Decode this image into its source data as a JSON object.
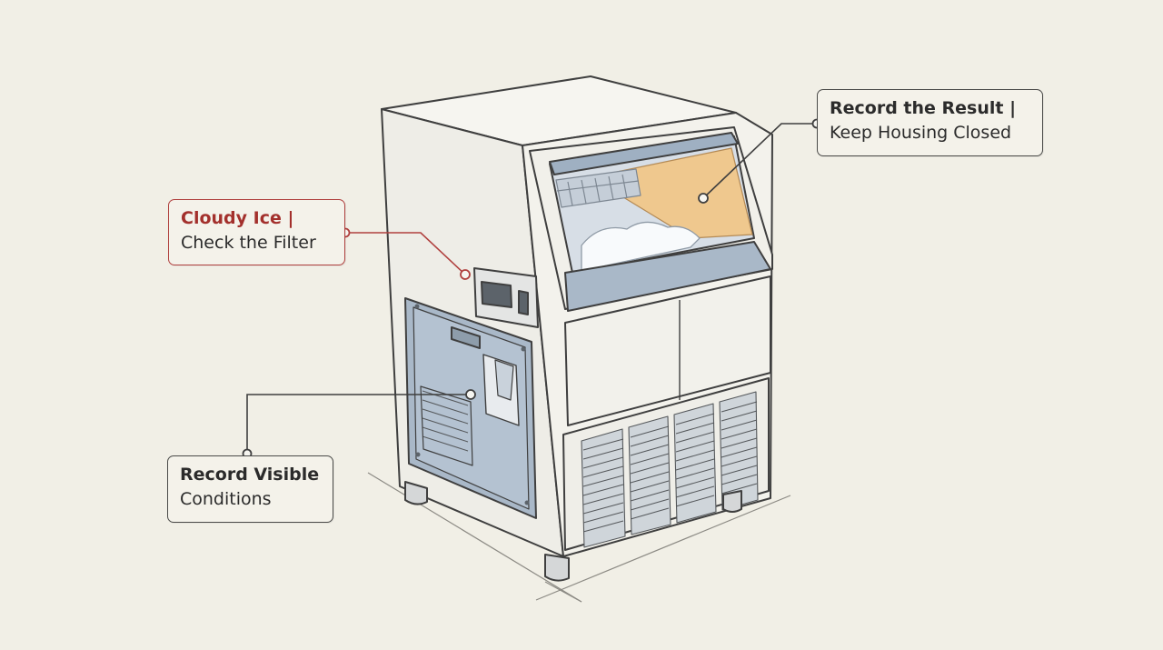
{
  "callouts": {
    "result": {
      "title": "Record the Result |",
      "detail": "Keep Housing Closed"
    },
    "cloudy": {
      "title": "Cloudy Ice |",
      "detail": "Check the Filter"
    },
    "record": {
      "title": "Record Visible",
      "detail": "Conditions"
    }
  },
  "colors": {
    "background": "#f1efe6",
    "outline": "#3f3f3f",
    "panel_blue": "#a9b8c8",
    "bin_interior": "#efc88e",
    "accent_red": "#a3302c"
  },
  "icons": [
    "ice-maker-illustration",
    "ice-cubes",
    "ice-scoop",
    "control-panel",
    "vent-grille"
  ]
}
